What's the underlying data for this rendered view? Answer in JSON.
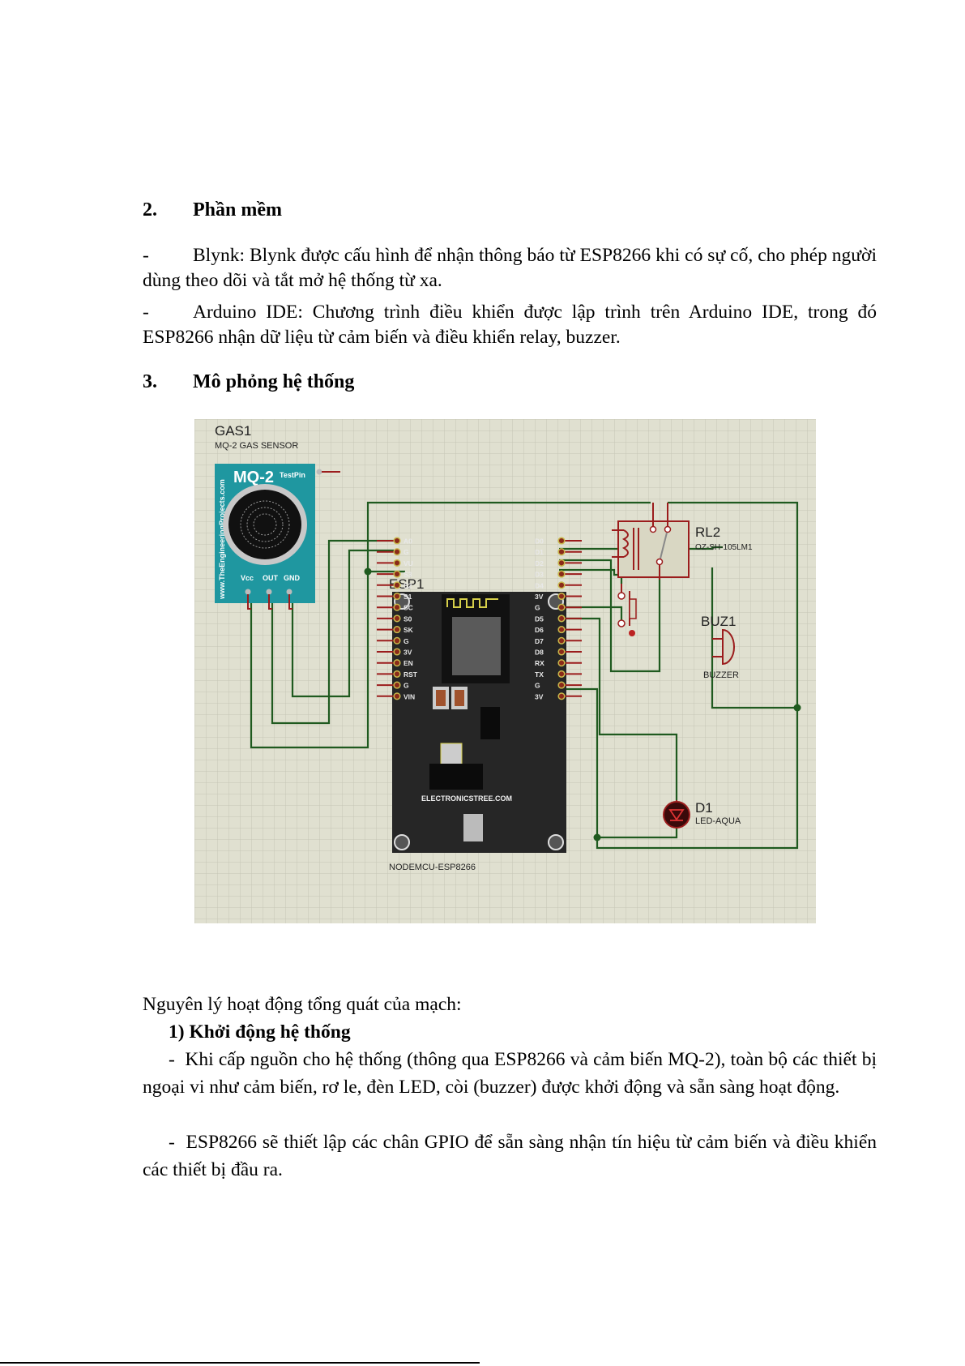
{
  "sections": [
    {
      "number": "2.",
      "title": "Phần mềm"
    },
    {
      "number": "3.",
      "title": "Mô phỏng hệ thống"
    }
  ],
  "software_items": [
    {
      "bullet": "-",
      "text": "Blynk: Blynk được cấu hình để nhận thông báo từ ESP8266 khi có sự cố, cho phép người dùng theo dõi và tắt mở hệ thống từ xa."
    },
    {
      "bullet": "-",
      "text": "Arduino IDE: Chương trình điều khiển được lập trình trên Arduino IDE, trong đó ESP8266 nhận dữ liệu từ cảm biến và điều khiển relay, buzzer."
    }
  ],
  "diagram": {
    "gas_ref": "GAS1",
    "gas_desc": "MQ-2 GAS SENSOR",
    "gas_title": "MQ-2",
    "gas_testpin": "TestPin",
    "gas_site": "www.TheEngineeringProjects.com",
    "gas_pins": [
      "Vcc",
      "OUT",
      "GND"
    ],
    "esp_ref": "ESP1",
    "esp_desc": "NODEMCU-ESP8266",
    "esp_brand": "ELECTRONICSTREE.COM",
    "esp_left_pins": [
      "A0",
      "G",
      "VU",
      "S3",
      "S2",
      "S1",
      "SC",
      "S0",
      "SK",
      "G",
      "3V",
      "EN",
      "RST",
      "G",
      "VIN"
    ],
    "esp_right_pins": [
      "D0",
      "D1",
      "D2",
      "D3",
      "D4",
      "3V",
      "G",
      "D5",
      "D6",
      "D7",
      "D8",
      "RX",
      "TX",
      "G",
      "3V"
    ],
    "relay_ref": "RL2",
    "relay_desc": "OZ-SH-105LM1",
    "buzzer_ref": "BUZ1",
    "buzzer_desc": "BUZZER",
    "led_ref": "D1",
    "led_desc": "LED-AQUA",
    "colors": {
      "wire": "#1f5a1f",
      "pin": "#9b1c1c",
      "grid_bg": "#e0e0d0",
      "grid_line": "#c4c4b4",
      "board": "#262626",
      "sensor": "#1f97a0"
    }
  },
  "principle": {
    "intro": "Nguyên lý hoạt động tổng quát của mạch:",
    "step_title": "1) Khởi động hệ thống",
    "items": [
      {
        "bullet": "-",
        "text": "Khi cấp nguồn cho hệ thống (thông qua ESP8266 và cảm biến MQ-2), toàn bộ các thiết bị ngoại vi như cảm biến, rơ le, đèn LED, còi (buzzer) được khởi động và sẵn sàng hoạt động."
      },
      {
        "bullet": "-",
        "text": "ESP8266 sẽ thiết lập các chân GPIO để sẵn sàng nhận tín hiệu từ cảm biến và điều khiển các thiết bị đầu ra."
      }
    ]
  }
}
